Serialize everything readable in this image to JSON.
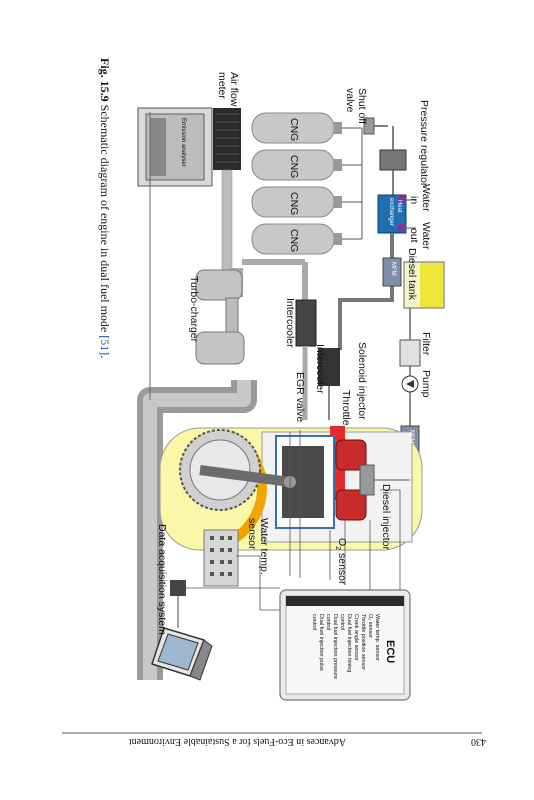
{
  "page": {
    "number": "430",
    "running_head": "Advances in Eco-Fuels for a Sustainable Environment"
  },
  "figure": {
    "caption_label": "Fig. 15.9",
    "caption_text": "Schematic diagram of engine in dual fuel mode",
    "citation": "[51]",
    "caption_end": "."
  },
  "labels": {
    "pressure_regulator": "Pressure regulator",
    "shut_off_1": "Shut off",
    "shut_off_2": "valve",
    "air_flow_1": "Air flow",
    "air_flow_2": "meter",
    "cng": "CNG",
    "water_in_1": "Water",
    "water_in_2": "in",
    "water_out_1": "Water",
    "water_out_2": "out",
    "heat_exchanger_1": "Heat",
    "heat_exchanger_2": "exchanger",
    "diesel_tank": "Diesel tank",
    "mfm": "MFM",
    "filter": "Filter",
    "pump": "Pump",
    "solenoid_injector": "Solenoid injector",
    "throttle": "Throttle",
    "intercooler": "Intercooler",
    "egr_valve": "EGR valve",
    "turbo_charger": "Turbo-charger",
    "emission_analyser": "Emission analyser",
    "diesel_injector": "Diesel injector",
    "water_temp_1": "Water temp.",
    "water_temp_2": "sensor",
    "o2_sensor_pre": "O",
    "o2_sensor_sub": "2",
    "o2_sensor_post": " sensor",
    "data_acquisition": "Data acquisition system"
  },
  "ecu": {
    "title": "ECU",
    "lines": [
      "Water temp. sensor",
      "O₂ sensor",
      "Throttle position sensor",
      "Crank angle sensor",
      "Dual fuel injection timing",
      "control",
      "Dual fuel injection pressure",
      "control",
      "Dual fuel injection pulse",
      "control"
    ]
  }
}
